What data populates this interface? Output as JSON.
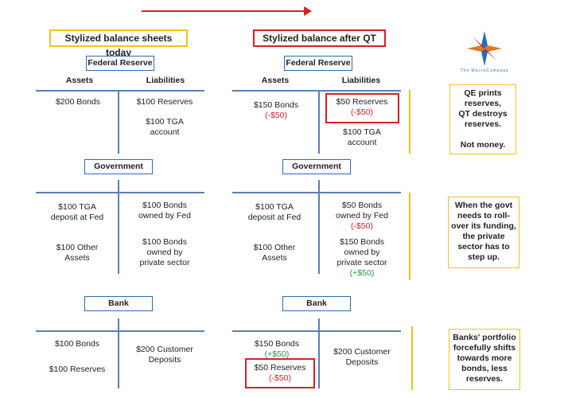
{
  "titles": {
    "today": "Stylized balance sheets today",
    "after": "Stylized balance after QT"
  },
  "headers": {
    "assets": "Assets",
    "liabilities": "Liabilities"
  },
  "entities": {
    "fed": "Federal Reserve",
    "govt": "Government",
    "bank": "Bank"
  },
  "today": {
    "fed": {
      "assets": [
        "$200 Bonds"
      ],
      "liabilities": [
        "$100 Reserves",
        "$100 TGA",
        "account"
      ]
    },
    "govt": {
      "assets": [
        "$100 TGA",
        "deposit at Fed",
        "$100 Other",
        "Assets"
      ],
      "liabilities": [
        "$100 Bonds",
        "owned by Fed",
        "$100 Bonds",
        "owned by",
        "private sector"
      ]
    },
    "bank": {
      "assets": [
        "$100 Bonds",
        "$100 Reserves"
      ],
      "liabilities": [
        "$200 Customer",
        "Deposits"
      ]
    }
  },
  "after": {
    "fed": {
      "assets": [
        "$150 Bonds",
        "(-$50)"
      ],
      "liabilities": [
        "$50 Reserves",
        "(-$50)",
        "$100 TGA",
        "account"
      ]
    },
    "govt": {
      "assets": [
        "$100 TGA",
        "deposit at Fed",
        "$100 Other",
        "Assets"
      ],
      "liabilities": [
        "$50 Bonds",
        "owned by Fed",
        "(-$50)",
        "$150 Bonds",
        "owned by",
        "private sector",
        "(+$50)"
      ]
    },
    "bank": {
      "assets": [
        "$150 Bonds",
        "(+$50)",
        "$50 Reserves",
        "(-$50)"
      ],
      "liabilities": [
        "$200 Customer",
        "Deposits"
      ]
    }
  },
  "notes": {
    "fed": [
      "QE prints",
      "reserves,",
      "QT destroys",
      "reserves.",
      "",
      "Not money."
    ],
    "govt": [
      "When the govt",
      "needs to roll-",
      "over its funding,",
      "the private",
      "sector has to",
      "step up."
    ],
    "bank": [
      "Banks' portfolio",
      "forcefully shifts",
      "towards more",
      "bonds, less",
      "reserves."
    ]
  },
  "logo": {
    "text": "The MacroCompass"
  },
  "colors": {
    "red": "#d81f26",
    "green": "#1f9d3a",
    "yellow": "#f0c419",
    "blue": "#2b6cb0"
  }
}
